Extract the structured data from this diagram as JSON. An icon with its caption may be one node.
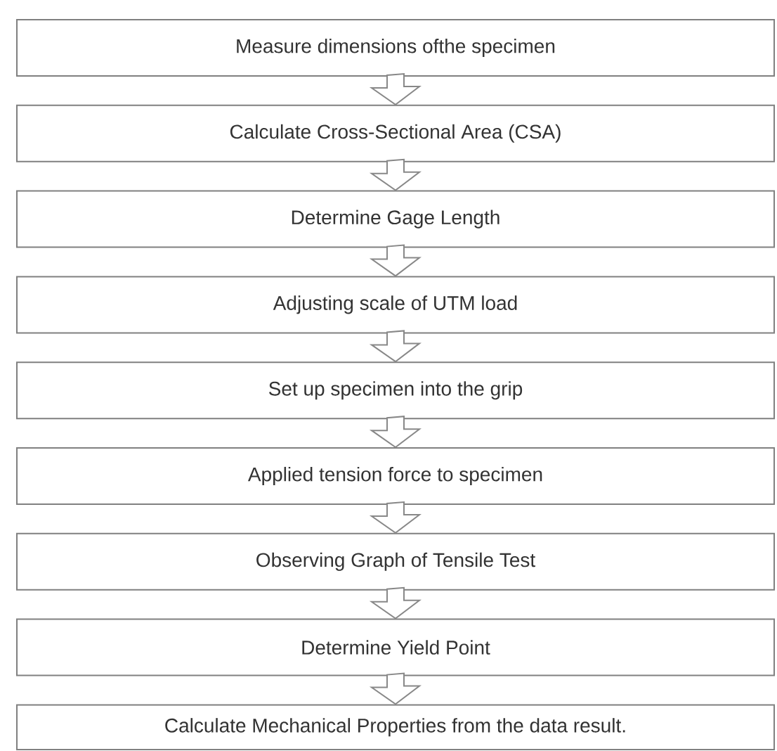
{
  "diagram": {
    "nodes": [
      {
        "text": [
          "Measure dimensions ofthe specimen"
        ]
      },
      {
        "text": [
          "Calculate Cross-Sectional Area (CSA)"
        ]
      },
      {
        "text": [
          "Determine Gage Length"
        ]
      },
      {
        "text": [
          "Adjusting scale of UTM load"
        ]
      },
      {
        "text": [
          "Set up specimen into the grip"
        ]
      },
      {
        "text": [
          "Applied tension force to specimen"
        ]
      },
      {
        "text": [
          "Observing Graph of Tensile Test"
        ]
      },
      {
        "text": [
          "Determine Yield Point"
        ]
      },
      {
        "text": [
          "Calculate Mechanical Properties from the data result."
        ]
      }
    ],
    "edges": [
      {
        "from": 0,
        "to": 1,
        "arrow": "to"
      },
      {
        "from": 1,
        "to": 2,
        "arrow": "to"
      },
      {
        "from": 2,
        "to": 3,
        "arrow": "to"
      },
      {
        "from": 3,
        "to": 4,
        "arrow": "to"
      },
      {
        "from": 4,
        "to": 5,
        "arrow": "to"
      },
      {
        "from": 5,
        "to": 6,
        "arrow": "to"
      },
      {
        "from": 6,
        "to": 7,
        "arrow": "to"
      },
      {
        "from": 7,
        "to": 8,
        "arrow": "to"
      }
    ]
  }
}
